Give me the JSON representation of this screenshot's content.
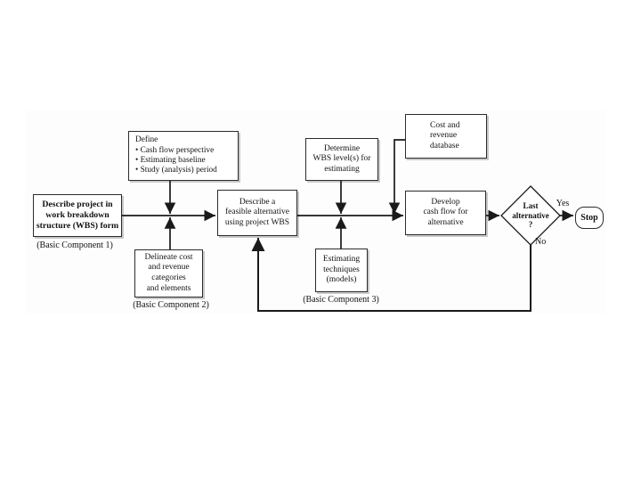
{
  "colors": {
    "line": "#1a1a1a",
    "box_border": "#2b2b2b",
    "box_shadow": "#c9c9c9",
    "background": "#ffffff",
    "ink": "#111111"
  },
  "nodes": {
    "define": {
      "label": "Define\n• Cash flow perspective\n• Estimating baseline\n• Study (analysis) period"
    },
    "describe_project": {
      "label": "Describe project in\nwork breakdown\nstructure (WBS) form",
      "caption": "(Basic Component 1)"
    },
    "delineate": {
      "label": "Delineate cost\nand revenue\ncategories\nand elements",
      "caption": "(Basic Component 2)"
    },
    "feasible": {
      "label": "Describe a\nfeasible alternative\nusing project WBS"
    },
    "determine": {
      "label": "Determine\nWBS level(s) for\nestimating"
    },
    "estimating": {
      "label": "Estimating\ntechniques\n(models)",
      "caption": "(Basic Component 3)"
    },
    "database": {
      "label": "Cost and\nrevenue\ndatabase"
    },
    "develop": {
      "label": "Develop\ncash flow for\nalternative"
    },
    "decision": {
      "label": "Last\nalternative\n?"
    },
    "stop": {
      "label": "Stop"
    }
  },
  "edge_labels": {
    "yes": "Yes",
    "no": "No"
  }
}
